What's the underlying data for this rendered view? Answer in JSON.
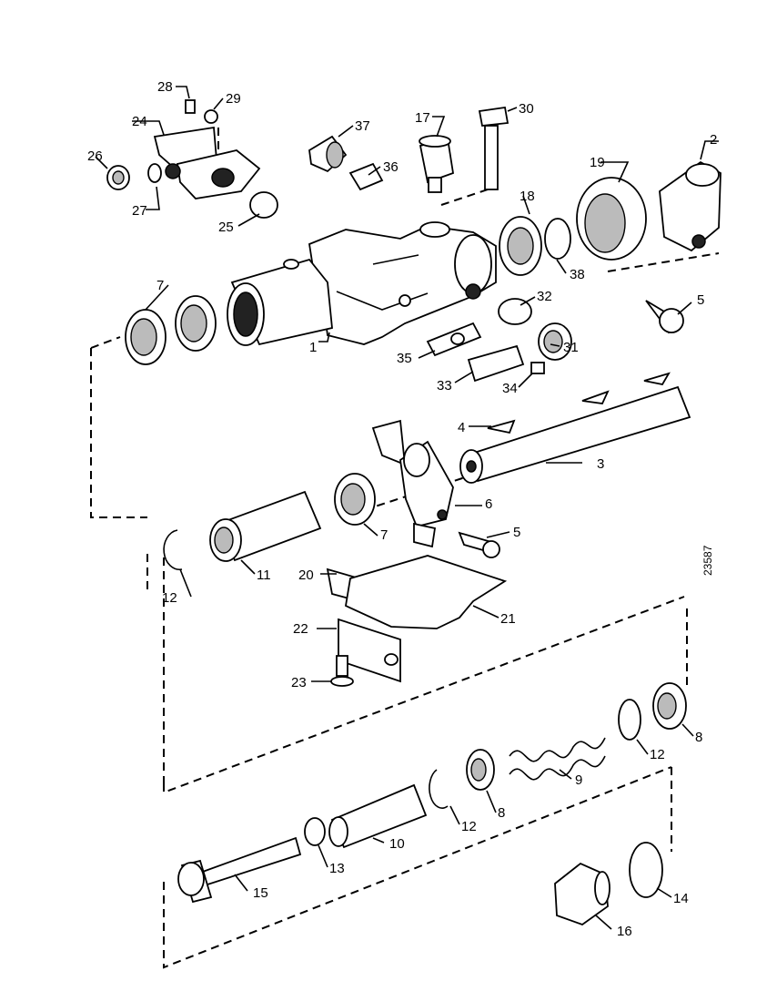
{
  "reference_number": "23587",
  "callouts": [
    "1",
    "2",
    "3",
    "4",
    "5",
    "5",
    "6",
    "7",
    "7",
    "8",
    "8",
    "9",
    "10",
    "11",
    "12",
    "12",
    "12",
    "13",
    "14",
    "15",
    "16",
    "17",
    "18",
    "19",
    "20",
    "21",
    "22",
    "23",
    "24",
    "25",
    "26",
    "27",
    "28",
    "29",
    "30",
    "31",
    "32",
    "33",
    "34",
    "35",
    "36",
    "37",
    "38"
  ]
}
